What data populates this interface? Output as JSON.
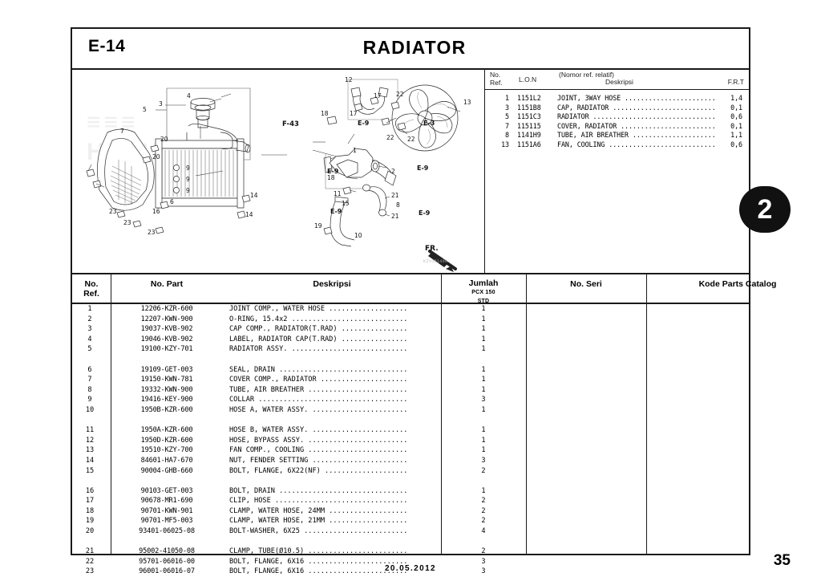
{
  "header": {
    "section_code": "E-14",
    "title": "RADIATOR"
  },
  "chapter_badge": "2",
  "lon_table": {
    "col_ref_line1": "No.",
    "col_ref_line2": "Ref.",
    "col_lon": "L.O.N",
    "col_relative": "(Nomor ref. relatif)",
    "col_desc": "Deskripsi",
    "col_frt": "F.R.T",
    "rows": [
      {
        "ref": "1",
        "lon": "1151L2",
        "desc": "JOINT, 3WAY HOSE",
        "frt": "1,4"
      },
      {
        "ref": "3",
        "lon": "1151B8",
        "desc": "CAP, RADIATOR",
        "frt": "0,1"
      },
      {
        "ref": "5",
        "lon": "1151C3",
        "desc": "RADIATOR",
        "frt": "0,6"
      },
      {
        "ref": "7",
        "lon": "115115",
        "desc": "COVER, RADIATOR",
        "frt": "0,1"
      },
      {
        "ref": "8",
        "lon": "1141H9",
        "desc": "TUBE, AIR BREATHER",
        "frt": "1,1"
      },
      {
        "ref": "13",
        "lon": "1151A6",
        "desc": "FAN, COOLING",
        "frt": "0,6"
      }
    ]
  },
  "parts_table": {
    "col_ref_line1": "No.",
    "col_ref_line2": "Ref.",
    "col_part": "No. Part",
    "col_desc": "Deskripsi",
    "col_qty_line1": "Jumlah",
    "col_qty_line2": "PCX 150",
    "col_qty_line3": "STD",
    "col_seri": "No. Seri",
    "col_kode": "Kode Parts Catalog",
    "groups": [
      [
        {
          "ref": "1",
          "part": "12206-KZR-600",
          "desc": "JOINT COMP., WATER HOSE",
          "qty": "1"
        },
        {
          "ref": "2",
          "part": "12207-KWN-900",
          "desc": "O-RING, 15.4x2",
          "qty": "1"
        },
        {
          "ref": "3",
          "part": "19037-KVB-902",
          "desc": "CAP COMP., RADIATOR(T.RAD)",
          "qty": "1"
        },
        {
          "ref": "4",
          "part": "19046-KVB-902",
          "desc": "LABEL, RADIATOR CAP(T.RAD)",
          "qty": "1"
        },
        {
          "ref": "5",
          "part": "19100-KZY-701",
          "desc": "RADIATOR ASSY.",
          "qty": "1"
        }
      ],
      [
        {
          "ref": "6",
          "part": "19109-GET-003",
          "desc": "SEAL, DRAIN",
          "qty": "1"
        },
        {
          "ref": "7",
          "part": "19150-KWN-781",
          "desc": "COVER COMP., RADIATOR",
          "qty": "1"
        },
        {
          "ref": "8",
          "part": "19332-KWN-900",
          "desc": "TUBE, AIR BREATHER",
          "qty": "1"
        },
        {
          "ref": "9",
          "part": "19416-KEY-900",
          "desc": "COLLAR",
          "qty": "3"
        },
        {
          "ref": "10",
          "part": "1950B-KZR-600",
          "desc": "HOSE A, WATER ASSY.",
          "qty": "1"
        }
      ],
      [
        {
          "ref": "11",
          "part": "1950A-KZR-600",
          "desc": "HOSE B, WATER ASSY.",
          "qty": "1"
        },
        {
          "ref": "12",
          "part": "1950D-KZR-600",
          "desc": "HOSE, BYPASS ASSY.",
          "qty": "1"
        },
        {
          "ref": "13",
          "part": "19510-KZY-700",
          "desc": "FAN COMP., COOLING",
          "qty": "1"
        },
        {
          "ref": "14",
          "part": "84601-HA7-670",
          "desc": "NUT, FENDER SETTING",
          "qty": "3"
        },
        {
          "ref": "15",
          "part": "90004-GHB-660",
          "desc": "BOLT, FLANGE, 6X22(NF)",
          "qty": "2"
        }
      ],
      [
        {
          "ref": "16",
          "part": "90103-GET-003",
          "desc": "BOLT, DRAIN",
          "qty": "1"
        },
        {
          "ref": "17",
          "part": "90678-MR1-690",
          "desc": "CLIP, HOSE",
          "qty": "2"
        },
        {
          "ref": "18",
          "part": "90701-KWN-901",
          "desc": "CLAMP, WATER HOSE, 24MM",
          "qty": "2"
        },
        {
          "ref": "19",
          "part": "90701-MF5-003",
          "desc": "CLAMP, WATER HOSE, 21MM",
          "qty": "2"
        },
        {
          "ref": "20",
          "part": "93401-06025-08",
          "desc": "BOLT-WASHER, 6X25",
          "qty": "4"
        }
      ],
      [
        {
          "ref": "21",
          "part": "95002-41050-08",
          "desc": "CLAMP, TUBE(Ø10.5)",
          "qty": "2"
        },
        {
          "ref": "22",
          "part": "95701-06016-00",
          "desc": "BOLT, FLANGE, 6X16",
          "qty": "3"
        },
        {
          "ref": "23",
          "part": "96001-06016-07",
          "desc": "BOLT, FLANGE, 6X16",
          "qty": "3"
        }
      ]
    ]
  },
  "diagram": {
    "watermark": "HONDA",
    "direction_label": "FR.",
    "cross_refs": [
      "F-43",
      "E-9",
      "E-3",
      "E-9",
      "E-9",
      "E-9",
      "E-9"
    ],
    "callouts": [
      "1",
      "2",
      "3",
      "4",
      "5",
      "6",
      "7",
      "8",
      "9",
      "10",
      "11",
      "12",
      "13",
      "14",
      "15",
      "16",
      "17",
      "18",
      "19",
      "20",
      "21",
      "22",
      "23"
    ],
    "ref_code": "KZY081400"
  },
  "footer": {
    "date": "20.05.2012",
    "page_number": "35"
  }
}
